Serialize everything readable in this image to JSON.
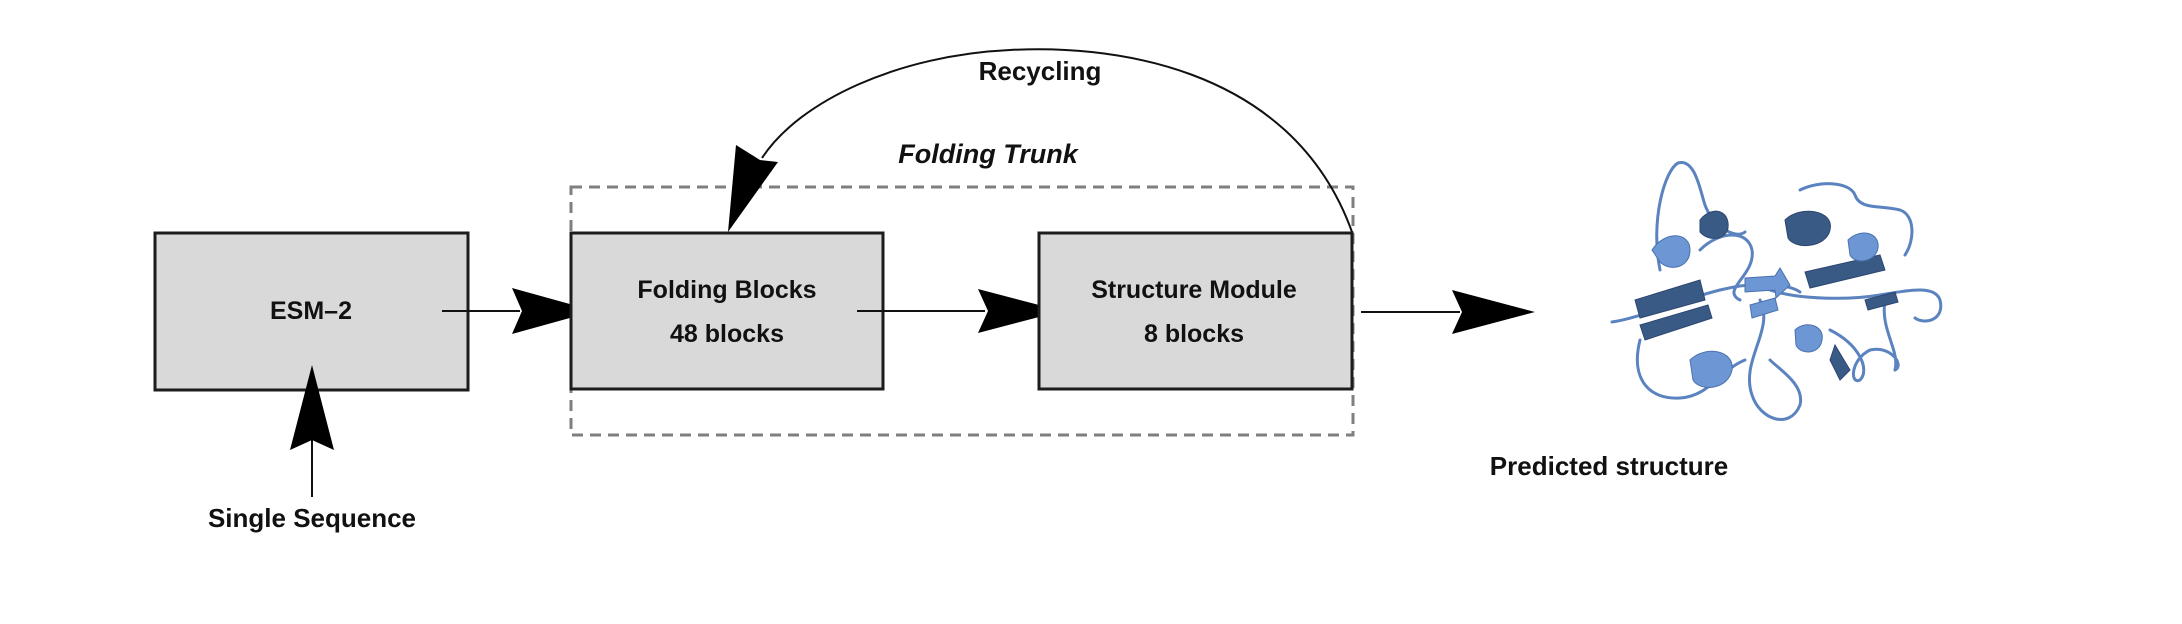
{
  "diagram": {
    "nodes": {
      "esm": {
        "label": "ESM–2"
      },
      "folding_blocks": {
        "title": "Folding Blocks",
        "subtitle": "48 blocks"
      },
      "structure_module": {
        "title": "Structure Module",
        "subtitle": "8 blocks"
      }
    },
    "input_label": "Single Sequence",
    "group_label": "Folding Trunk",
    "loop_label": "Recycling",
    "output_label": "Predicted structure",
    "edges": [
      {
        "from": "Single Sequence",
        "to": "ESM–2"
      },
      {
        "from": "ESM–2",
        "to": "Folding Blocks"
      },
      {
        "from": "Folding Blocks",
        "to": "Structure Module"
      },
      {
        "from": "Structure Module",
        "to": "Predicted structure"
      },
      {
        "from": "Structure Module",
        "to": "Folding Blocks",
        "label": "Recycling"
      }
    ],
    "colors": {
      "box_fill": "#d9d9d9",
      "box_border": "#1c1c1c",
      "group_border": "#7f7f7f",
      "protein_light": "#6c96d4",
      "protein_dark": "#3a5a86"
    },
    "output_icon": "protein-ribbon-structure"
  }
}
